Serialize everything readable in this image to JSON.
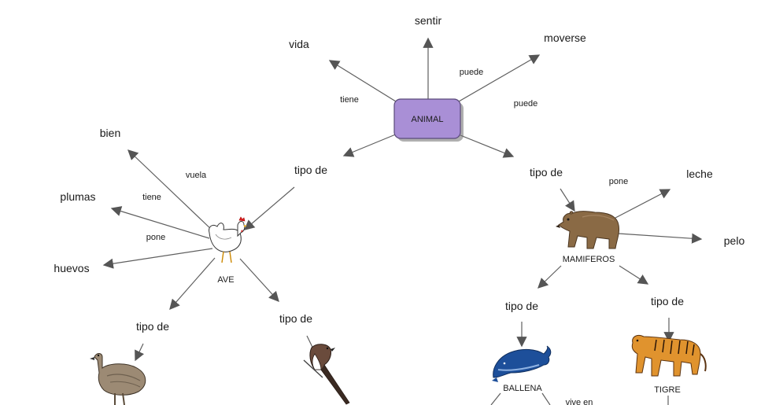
{
  "central": {
    "label": "ANIMAL",
    "fill": "#a98fd6",
    "stroke": "#5a4a7a"
  },
  "concepts": {
    "sentir": "sentir",
    "vida": "vida",
    "moverse": "moverse",
    "bien": "bien",
    "plumas": "plumas",
    "huevos": "huevos",
    "leche": "leche",
    "pelo": "pelo",
    "ave": "AVE",
    "mamiferos": "MAMIFEROS",
    "ballena": "BALLENA",
    "tigre": "TIGRE"
  },
  "links": {
    "tiene_vida": "tiene",
    "puede_sentir": "puede",
    "puede_moverse": "puede",
    "tipo_de_ave": "tipo de",
    "tipo_de_mam": "tipo de",
    "vuela": "vuela",
    "tiene_plumas": "tiene",
    "pone_huevos": "pone",
    "tipo_de_emu": "tipo de",
    "tipo_de_golondrina": "tipo de",
    "pone_leche": "pone",
    "tipo_de_ballena": "tipo de",
    "tipo_de_tigre": "tipo de",
    "vive_en": "vive en"
  },
  "icons": [
    "chicken-icon",
    "bear-icon",
    "emu-icon",
    "swallow-icon",
    "whale-icon",
    "tiger-icon"
  ]
}
